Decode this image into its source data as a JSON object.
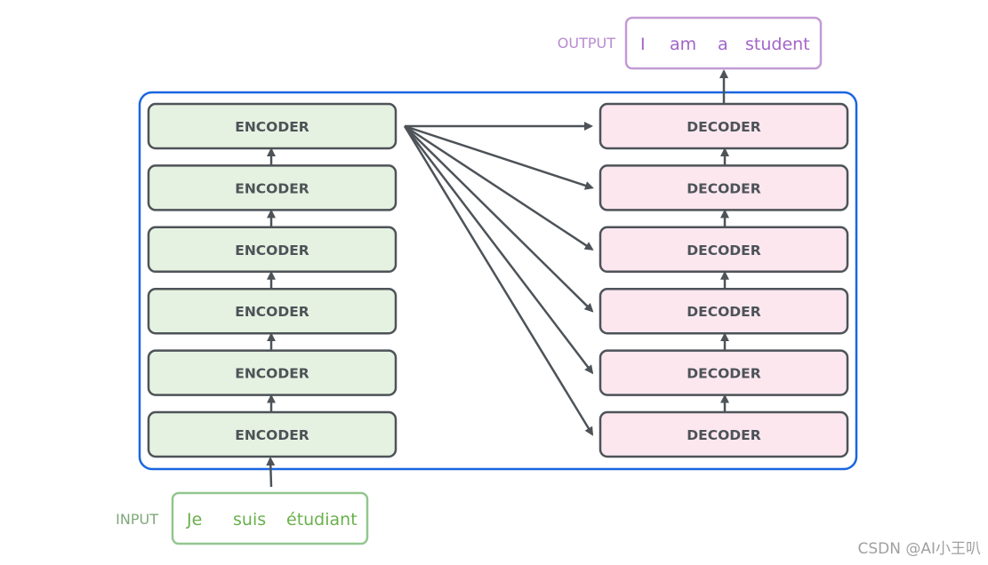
{
  "input": {
    "label": "INPUT",
    "words": [
      "Je",
      "suis",
      "étudiant"
    ]
  },
  "output": {
    "label": "OUTPUT",
    "words": [
      "I",
      "am",
      "a",
      "student"
    ]
  },
  "encoders": [
    "ENCODER",
    "ENCODER",
    "ENCODER",
    "ENCODER",
    "ENCODER",
    "ENCODER"
  ],
  "decoders": [
    "DECODER",
    "DECODER",
    "DECODER",
    "DECODER",
    "DECODER",
    "DECODER"
  ],
  "watermark": "CSDN @AI小王叭",
  "colors": {
    "stack_border": "#1a66e0",
    "encoder_fill": "#e6f2e1",
    "decoder_fill": "#fce7ef",
    "block_border": "#4d5358",
    "arrow": "#4d5358",
    "input_border": "#93c68f",
    "input_text": "#6ab04c",
    "input_label": "#7fa87a",
    "output_border": "#c29bd6",
    "output_text": "#a264c8",
    "output_label": "#b88bd0"
  }
}
